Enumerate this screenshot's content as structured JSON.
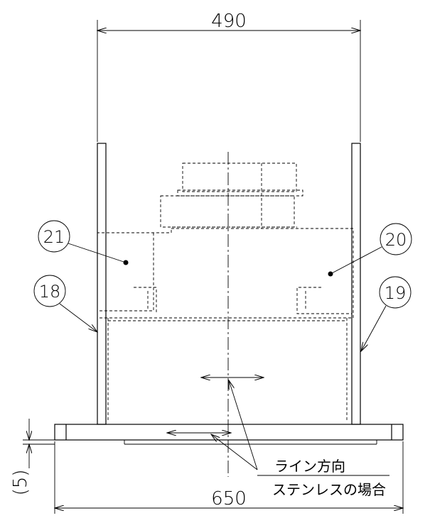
{
  "dimensions": {
    "top_width": "490",
    "bottom_width": "650",
    "left_height": "(5)"
  },
  "callouts": {
    "part_18": "18",
    "part_19": "19",
    "part_20": "20",
    "part_21": "21"
  },
  "notes": {
    "line_direction": "ライン方向",
    "stainless_case": "ステンレスの場合"
  }
}
